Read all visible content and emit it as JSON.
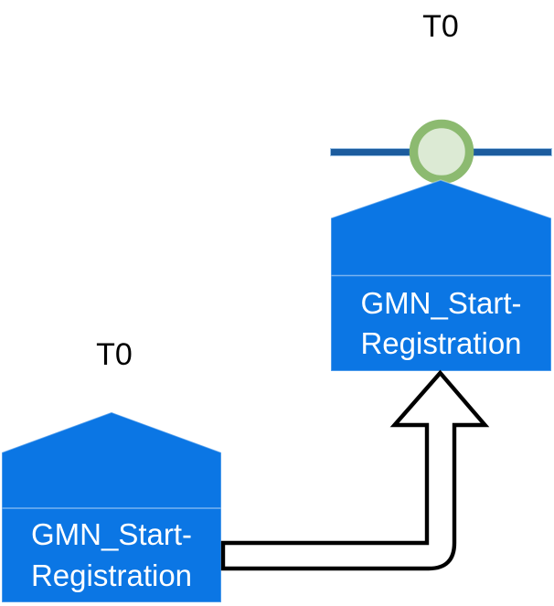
{
  "diagram": {
    "colors": {
      "background": "#ffffff",
      "block_fill": "#0b76e4",
      "block_edge": "#6fa8e0",
      "block_text": "#ffffff",
      "timeline": "#1c5c9e",
      "timeline_edge": "#9dc3e6",
      "circle_ring": "#8cba70",
      "circle_fill": "#dcead4",
      "arrow_stroke": "#000000",
      "arrow_fill": "#ffffff",
      "label_text": "#000000"
    },
    "right_block": {
      "time_label": "T0",
      "line1": "GMN_Start-",
      "line2": "Registration"
    },
    "left_block": {
      "time_label": "T0",
      "line1": "GMN_Start-",
      "line2": "Registration"
    }
  }
}
